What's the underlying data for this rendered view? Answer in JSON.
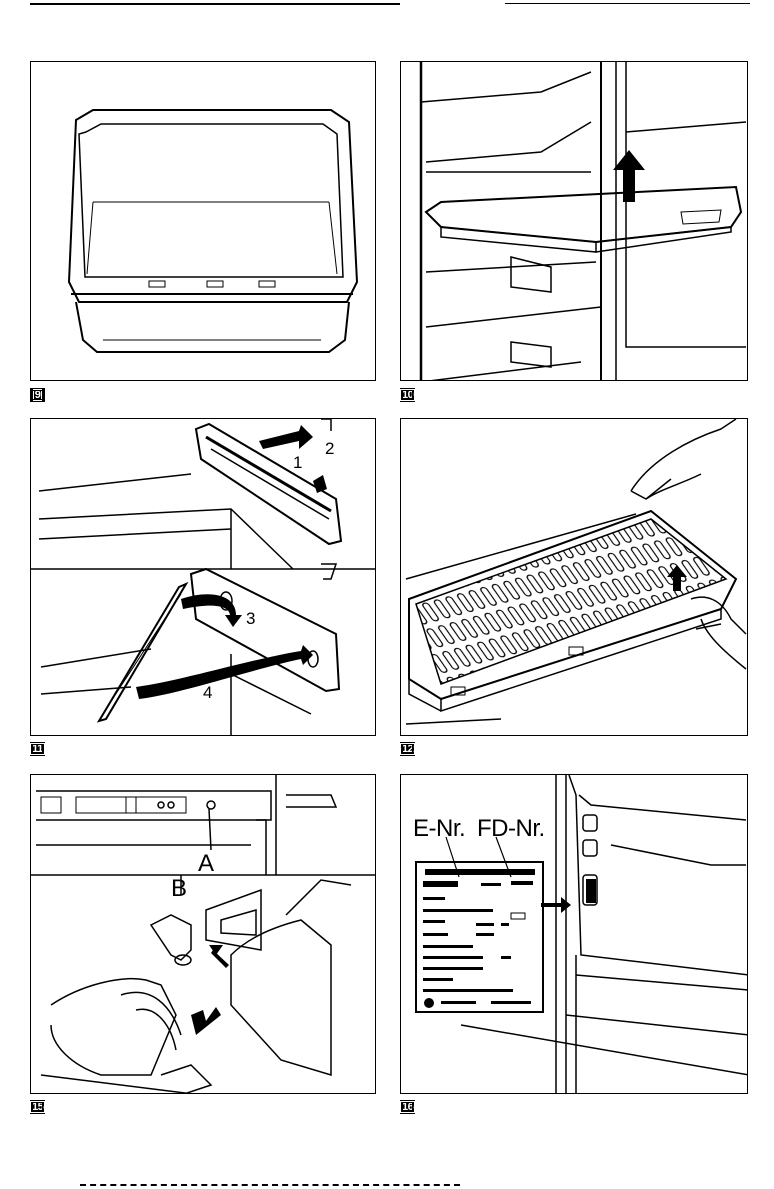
{
  "figures": [
    {
      "number": "9"
    },
    {
      "number": "10"
    },
    {
      "number": "11",
      "labels": {
        "step1": "1",
        "step2": "2",
        "step3": "3",
        "step4": "4"
      }
    },
    {
      "number": "12"
    },
    {
      "number": "15",
      "labels": {
        "point_a": "A",
        "point_b": "B"
      }
    },
    {
      "number": "16",
      "labels": {
        "e_nr": "E-Nr.",
        "fd_nr": "FD-Nr."
      }
    }
  ]
}
